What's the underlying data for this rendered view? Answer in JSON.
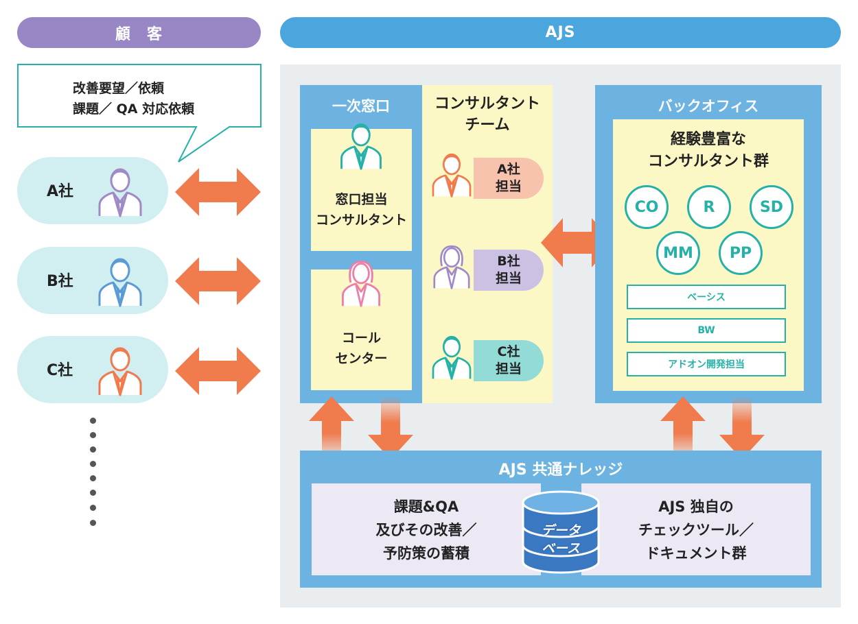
{
  "customer_header": "顧　客",
  "ajs_header": "AJS",
  "speech_bubble": {
    "line1": "改善要望／依頼",
    "line2": "課題／ QA 対応依頼"
  },
  "companies": [
    {
      "label": "A社",
      "color": "#9f8ac6"
    },
    {
      "label": "B社",
      "color": "#5b9bd5"
    },
    {
      "label": "C社",
      "color": "#f07a4c"
    }
  ],
  "first_contact": {
    "title": "一次窓口",
    "contact_consultant": {
      "line1": "窓口担当",
      "line2": "コンサルタント",
      "color": "#25b1a7"
    },
    "call_center": {
      "line1": "コール",
      "line2": "センター",
      "color": "#ec7fa7"
    }
  },
  "consultant_team": {
    "title_line1": "コンサルタント",
    "title_line2": "チーム",
    "members": [
      {
        "line1": "A社",
        "line2": "担当",
        "tab_color": "#f7c3ad",
        "icon_color": "#f07a4c"
      },
      {
        "line1": "B社",
        "line2": "担当",
        "tab_color": "#cdc1e3",
        "icon_color": "#9f8ac6"
      },
      {
        "line1": "C社",
        "line2": "担当",
        "tab_color": "#93dbd6",
        "icon_color": "#25b1a7"
      }
    ]
  },
  "back_office": {
    "title": "バックオフィス",
    "subtitle_line1": "経験豊富な",
    "subtitle_line2": "コンサルタント群",
    "modules": [
      "CO",
      "R",
      "SD",
      "MM",
      "PP"
    ],
    "sections": [
      "ベーシス",
      "BW",
      "アドオン開発担当"
    ]
  },
  "knowledge": {
    "title": "AJS 共通ナレッジ",
    "left": {
      "line1": "課題&QA",
      "line2": "及びその改善／",
      "line3": "予防策の蓄積"
    },
    "right": {
      "line1": "AJS 独自の",
      "line2": "チェックツール／",
      "line3": "ドキュメント群"
    },
    "database": {
      "line1": "データ",
      "line2": "ベース"
    }
  },
  "colors": {
    "purple_header": "#9886c5",
    "blue_header": "#4ba6dd",
    "panel_blue": "#6cb3e1",
    "arrow_orange": "#f07c4d",
    "teal": "#25b1a7"
  }
}
